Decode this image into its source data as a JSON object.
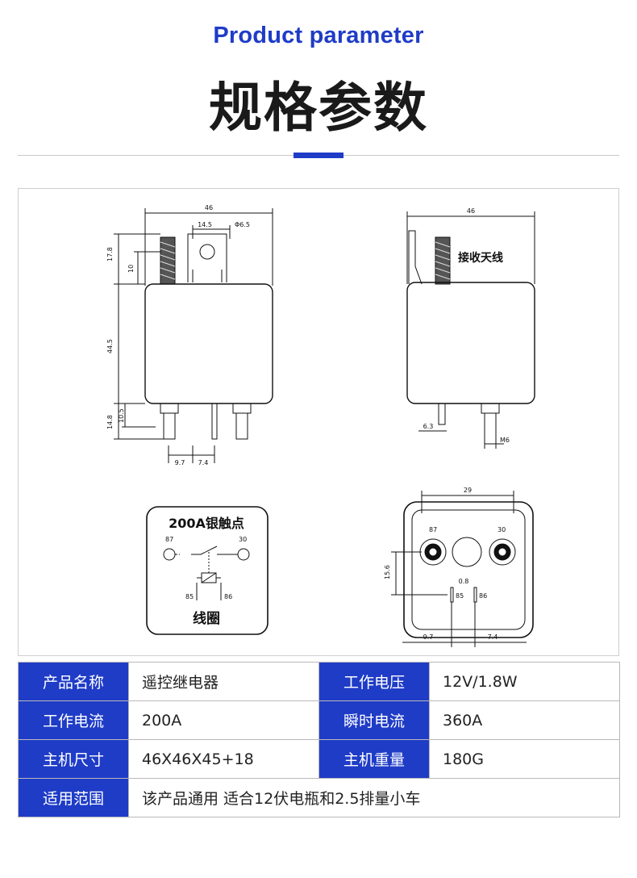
{
  "header": {
    "title_en": "Product parameter",
    "title_zh": "规格参数"
  },
  "diagram": {
    "front": {
      "width": "46",
      "pitch": "14.5",
      "hole": "Φ6.5",
      "height_total": "17.8",
      "height_stud": "10",
      "height_body": "44.5",
      "pin_height": "14.8",
      "pin_sub": "10.5",
      "pin_gap_left": "9.7",
      "pin_gap_right": "7.4"
    },
    "side": {
      "width": "46",
      "antenna_label": "接收天线",
      "pin_width": "6.3",
      "thread": "M6"
    },
    "schematic": {
      "contact_label": "200A银触点",
      "pin_87": "87",
      "pin_30": "30",
      "pin_85": "85",
      "pin_86": "86",
      "coil_label": "线圈"
    },
    "bottom": {
      "width": "29",
      "pin_87": "87",
      "pin_30": "30",
      "pin_85": "85",
      "pin_86": "86",
      "dim_left": "15.6",
      "dim_small": "0.8",
      "dim_a": "9.7",
      "dim_b": "7.4"
    }
  },
  "specs": {
    "rows": [
      {
        "k1": "产品名称",
        "v1": "遥控继电器",
        "k2": "工作电压",
        "v2": "12V/1.8W"
      },
      {
        "k1": "工作电流",
        "v1": "200A",
        "k2": "瞬时电流",
        "v2": "360A"
      },
      {
        "k1": "主机尺寸",
        "v1": "46X46X45+18",
        "k2": "主机重量",
        "v2": "180G"
      },
      {
        "k1": "适用范围",
        "v1": "该产品通用 适合12伏电瓶和2.5排量小车"
      }
    ]
  },
  "colors": {
    "accent": "#1f3cc7",
    "border": "#b9b9b9"
  }
}
